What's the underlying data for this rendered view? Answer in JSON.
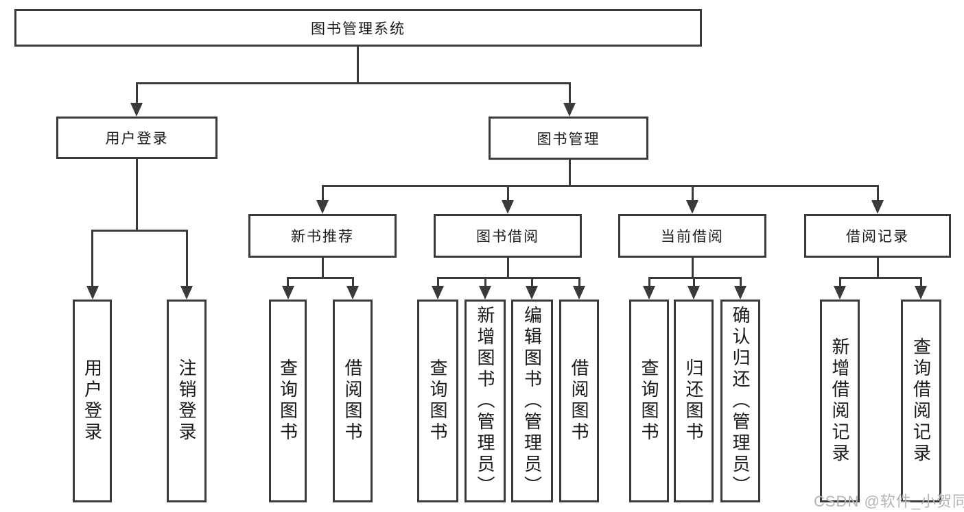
{
  "diagram": {
    "root": "图书管理系统",
    "level2": {
      "user_login": "用户登录",
      "book_management": "图书管理"
    },
    "level3": {
      "new_book_recommend": "新书推荐",
      "book_borrow": "图书借阅",
      "current_borrow": "当前借阅",
      "borrow_records": "借阅记录"
    },
    "leaves": {
      "user_login_login": "用户登录",
      "user_login_logout": "注销登录",
      "recommend_query_books": "查询图书",
      "recommend_borrow_books": "借阅图书",
      "borrow_query_books": "查询图书",
      "borrow_add_books_admin": "新增图书（管理员）",
      "borrow_edit_books_admin": "编辑图书（管理员）",
      "borrow_borrow_books": "借阅图书",
      "current_query_books": "查询图书",
      "current_return_books": "归还图书",
      "current_confirm_return_admin": "确认归还（管理员）",
      "records_add_record": "新增借阅记录",
      "records_query_record": "查询借阅记录"
    },
    "colors": {
      "line": "#3a3a3a",
      "text": "#1a1a1a",
      "background": "#ffffff",
      "watermark": "#b5b5b5"
    }
  },
  "watermark": {
    "text": "CSDN @软件_小贺同学"
  }
}
